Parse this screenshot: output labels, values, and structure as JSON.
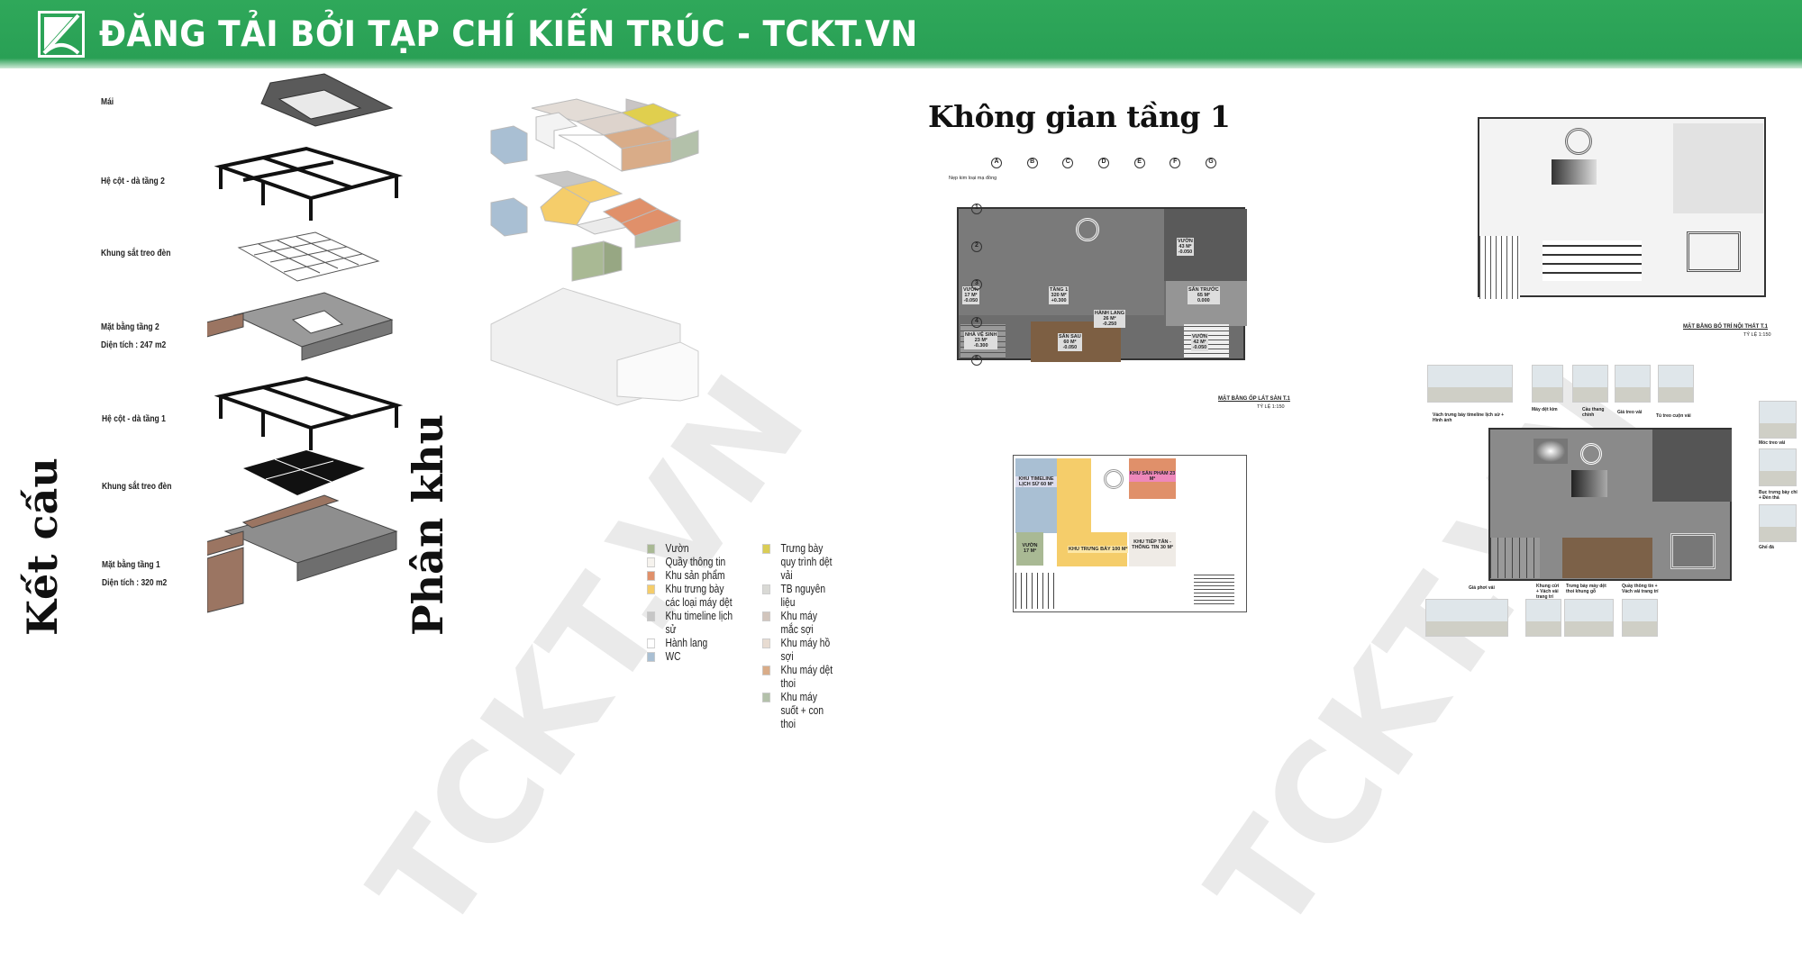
{
  "banner": {
    "title": "ĐĂNG TẢI BỞI TẠP CHÍ KIẾN TRÚC - TCKT.VN",
    "logo": "tckt-logo"
  },
  "watermark": "TCKT.VN",
  "structure": {
    "title": "Kết cấu",
    "labels": [
      "Mái",
      "Hệ cột - dà tầng 2",
      "Khung sắt treo đèn",
      "Mặt bằng tầng 2",
      "Diện tích : 247 m2",
      "Hệ cột - dà tầng 1",
      "Khung sắt treo đèn",
      "Mặt bằng tầng 1",
      "Diện tích : 320 m2"
    ]
  },
  "zoning": {
    "title": "Phân khu",
    "legend_left": [
      {
        "label": "Vườn",
        "color": "#a9b994"
      },
      {
        "label": "Quầy thông tin",
        "color": "#f6f3ee"
      },
      {
        "label": "Khu sản phẩm",
        "color": "#e0906a"
      },
      {
        "label": "Khu trưng bày các loại máy dệt",
        "color": "#f5cd6a"
      },
      {
        "label": "Khu timeline lịch sử",
        "color": "#c6c6c6"
      },
      {
        "label": "Hành lang",
        "color": "#ffffff"
      },
      {
        "label": "WC",
        "color": "#a9bfd3"
      }
    ],
    "legend_right": [
      {
        "label": "Trưng bày quy trình dệt vải",
        "color": "#dacd55"
      },
      {
        "label": "TB nguyên liệu",
        "color": "#d9d9d5"
      },
      {
        "label": "Khu máy mắc sợi",
        "color": "#d2c5bc"
      },
      {
        "label": "Khu máy hồ sợi",
        "color": "#e8dcd2"
      },
      {
        "label": "Khu máy dệt thoi",
        "color": "#d9ac88"
      },
      {
        "label": "Khu máy suốt + con thoi",
        "color": "#b3c1aa"
      }
    ]
  },
  "floor1": {
    "title": "Không gian tầng 1",
    "grid_cols": [
      "A",
      "B",
      "C",
      "D",
      "E",
      "F",
      "G"
    ],
    "grid_rows": [
      "1",
      "2",
      "3",
      "4",
      "5"
    ],
    "rooms": [
      {
        "name": "VƯỜN",
        "area": "43 M²",
        "level": "-0.050"
      },
      {
        "name": "VƯỜN",
        "area": "17 M²",
        "level": "-0.050"
      },
      {
        "name": "TẦNG 1",
        "area": "320 M²",
        "level": "+0.300"
      },
      {
        "name": "SÂN TRƯỚC",
        "area": "65 M²",
        "level": "0.000"
      },
      {
        "name": "HÀNH LANG",
        "area": "26 M²",
        "level": "-0.250"
      },
      {
        "name": "NHÀ VỆ SINH",
        "area": "23 M²",
        "level": "-0.300"
      },
      {
        "name": "SÂN SAU",
        "area": "60 M²",
        "level": "-0.050"
      },
      {
        "name": "VƯỜN",
        "area": "42 M²",
        "level": "-0.050"
      }
    ],
    "plan_caption": "MẶT BẰNG ỐP LÁT SÀN T.1",
    "plan_scale": "TỶ LỆ 1:150",
    "note": "Nẹp kim loại mạ đồng"
  },
  "zone_plan": {
    "zones": [
      {
        "name": "KHU TIMELINE LỊCH SỬ",
        "area": "60 M²",
        "color": "#a9bfd3"
      },
      {
        "name": "KHU SẢN PHẨM",
        "area": "23 M²",
        "color": "#e0906a"
      },
      {
        "name": "VƯỜN",
        "area": "17 M²",
        "color": "#a9b994"
      },
      {
        "name": "KHU TRƯNG BÀY",
        "area": "100 M²",
        "color": "#f5cd6a"
      },
      {
        "name": "KHU TIẾP TÂN - THÔNG TIN",
        "area": "30 M²",
        "color": "#efebe6"
      }
    ]
  },
  "furniture_plan": {
    "caption": "MẶT BẰNG BỐ TRÍ NỘI THẤT T.1",
    "scale": "TỶ LỆ 1:150"
  },
  "interior": {
    "callouts": [
      "Vách trưng bày timeline lịch sử + Hình ảnh",
      "Máy dệt kim",
      "Cầu thang chính",
      "Giá treo vải",
      "Tủ treo cuộn vải",
      "Móc treo vải",
      "Bục trưng bày chỉ + Đèn thả",
      "Ghế đá",
      "Giá phơi vải",
      "Khung cửi + Vách vải trang trí",
      "Trưng bày máy dệt thoi khung gỗ",
      "Quầy thông tin + Vách vải trang trí"
    ]
  }
}
